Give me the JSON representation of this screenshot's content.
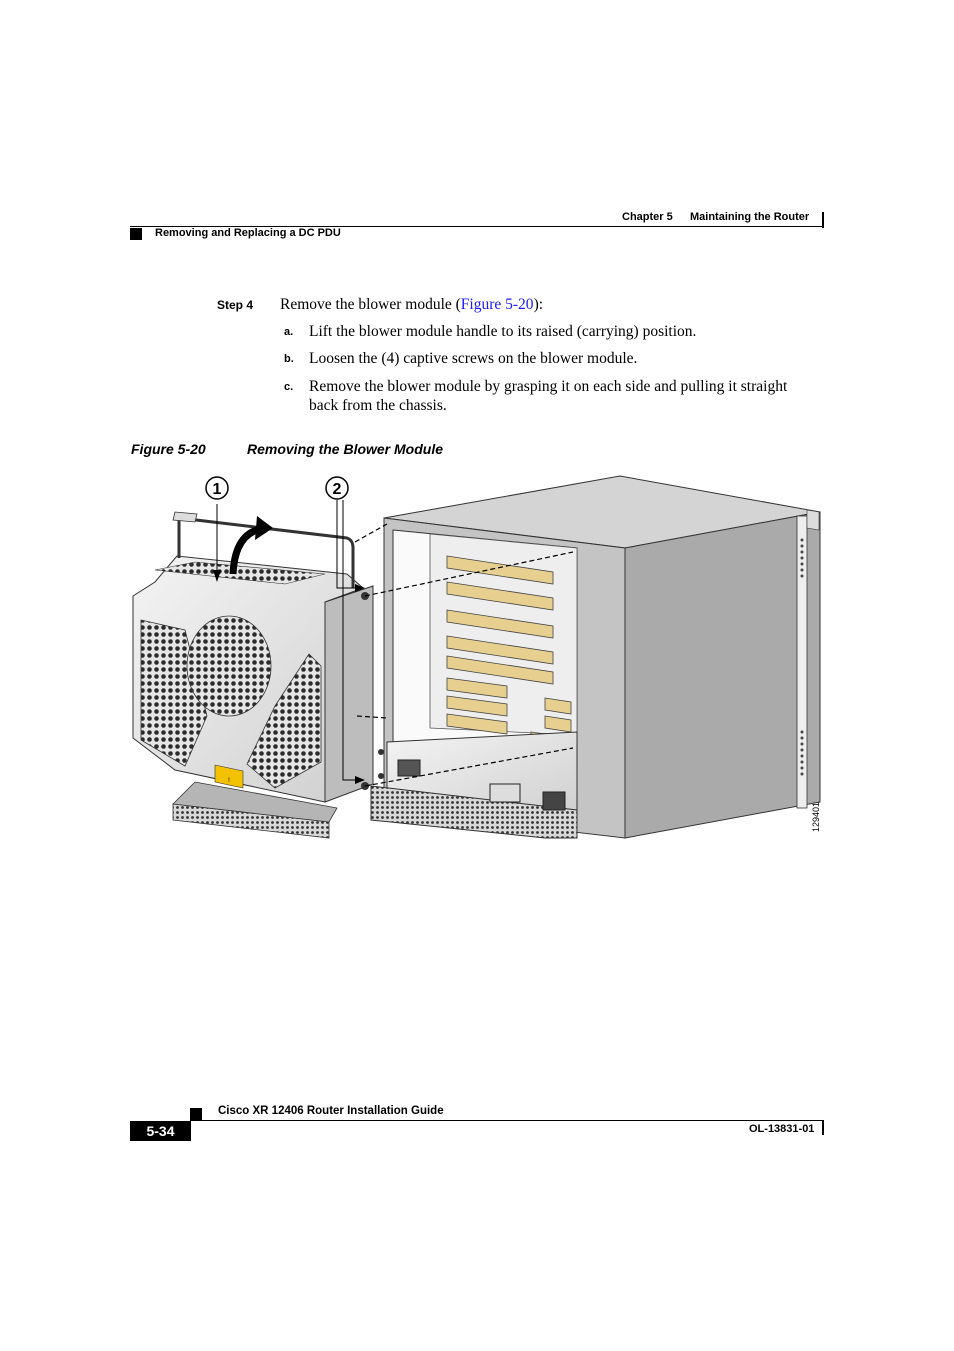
{
  "header": {
    "chapter": "Chapter 5",
    "chapter_title": "Maintaining the Router",
    "section": "Removing and Replacing a DC PDU"
  },
  "step": {
    "label": "Step 4",
    "text_before": "Remove the blower module (",
    "link": "Figure 5-20",
    "text_after": "):",
    "substeps": [
      {
        "letter": "a.",
        "text": "Lift the blower module handle to its raised (carrying) position."
      },
      {
        "letter": "b.",
        "text": "Loosen the (4) captive screws on the blower module."
      },
      {
        "letter": "c.",
        "text_line1": "Remove the blower module by grasping it on each side and pulling it straight",
        "text_line2": "back from the chassis."
      }
    ]
  },
  "figure": {
    "number": "Figure 5-20",
    "title": "Removing the Blower Module",
    "callout_1": "1",
    "callout_2": "2",
    "art_id": "129401"
  },
  "footer": {
    "page_number": "5-34",
    "guide_title": "Cisco XR 12406 Router Installation Guide",
    "doc_number": "OL-13831-01"
  }
}
